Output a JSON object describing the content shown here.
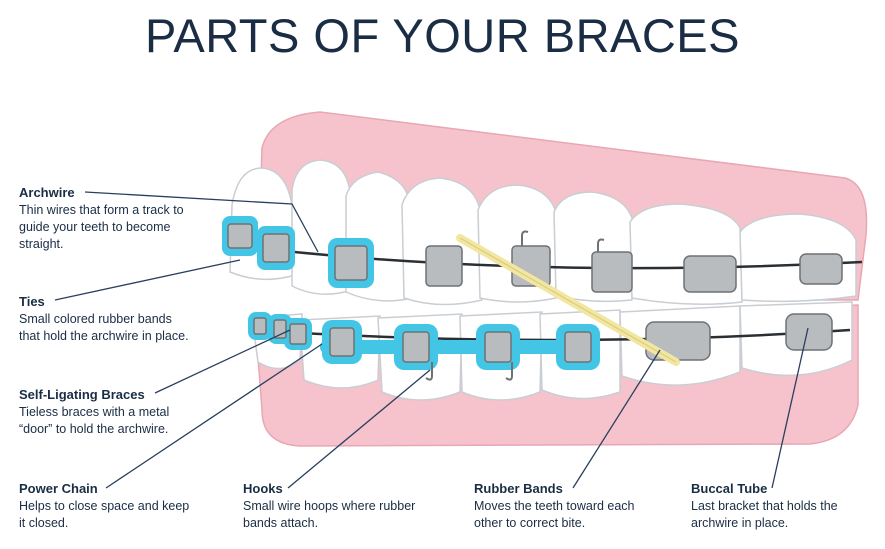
{
  "title": "PARTS OF YOUR BRACES",
  "labels": {
    "archwire": {
      "title": "Archwire",
      "desc": "Thin wires that form a track to\nguide your teeth to become\nstraight."
    },
    "ties": {
      "title": "Ties",
      "desc": "Small colored rubber bands\nthat hold the archwire in place."
    },
    "self_ligating": {
      "title": "Self-Ligating Braces",
      "desc": "Tieless braces with a metal\n“door” to hold the archwire."
    },
    "power_chain": {
      "title": "Power Chain",
      "desc": "Helps to close space and keep\nit closed."
    },
    "hooks": {
      "title": "Hooks",
      "desc": "Small wire hoops where rubber\nbands attach."
    },
    "rubber_bands": {
      "title": "Rubber Bands",
      "desc": "Moves the teeth toward each\nother to correct bite."
    },
    "buccal_tube": {
      "title": "Buccal Tube",
      "desc": "Last bracket that holds the\narchwire in place."
    }
  },
  "colors": {
    "title": "#1a2d44",
    "gum": "#f6c3cc",
    "gum_outline": "#e7a7b3",
    "tooth_outline": "#c9ced3",
    "tie": "#43c6e6",
    "bracket": "#b9bcbf",
    "bracket_dark": "#6e7275",
    "wire": "#2a2f33",
    "rubber_band": "#f2e6a0",
    "leader": "#2a3f5f"
  }
}
